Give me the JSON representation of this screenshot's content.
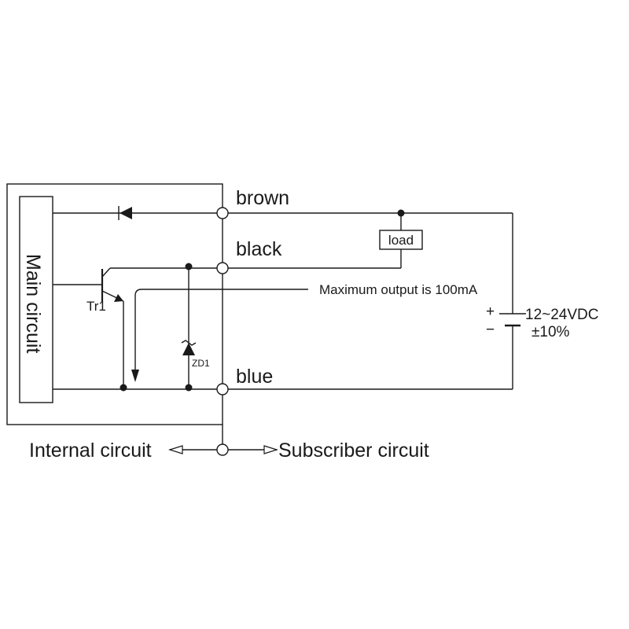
{
  "labels": {
    "main_circuit": "Main circuit",
    "brown": "brown",
    "black": "black",
    "blue": "blue",
    "load": "load",
    "max_output": "Maximum output is 100mA",
    "transistor": "Tr1",
    "zener": "ZD1",
    "supply_voltage": "12~24VDC",
    "supply_tolerance": "±10%",
    "plus": "+",
    "minus": "−",
    "internal_circuit": "Internal circuit",
    "subscriber_circuit": "Subscriber circuit"
  },
  "colors": {
    "line": "#1a1a1a",
    "background": "#ffffff"
  }
}
